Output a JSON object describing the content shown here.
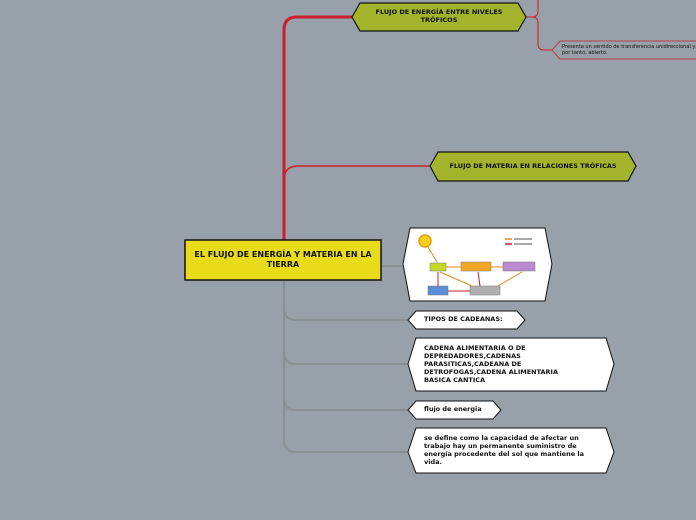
{
  "map": {
    "central_topic": "EL FLUJO DE ENERGÍA Y MATERIA EN LA TIERRA",
    "branches": [
      {
        "label": "FLUJO DE ENERGÍA ENTRE NIVELES TRÓFICOS"
      },
      {
        "label": "FLUJO DE MATERIA EN RELACIONES TRÓFICAS"
      },
      {
        "label": "TIPOS DE CADEANAS:"
      },
      {
        "label": "CADENA ALIMENTARIA O DE DEPREDADORES,CADENAS PARASITICAS,CADEANA DE DETROFOGAS,CADENA ALIMENTARIA BASICA CANTICA"
      },
      {
        "label": "flujo de energia"
      },
      {
        "label": "se define como la capacidad de  afectar  un trabajo hay un permanente suministro de energía procedente del sol que mantiene la vida."
      }
    ],
    "subtopic": "Presenta un sentido de transferencia unidireccional y, por tanto, abierto."
  },
  "colors": {
    "background": "#98a1a9",
    "central_fill": "#e8dc1a",
    "green_fill": "#a3b42c",
    "red_line": "#c8202e",
    "gray_line": "#8a8f93",
    "white_fill": "#ffffff"
  }
}
